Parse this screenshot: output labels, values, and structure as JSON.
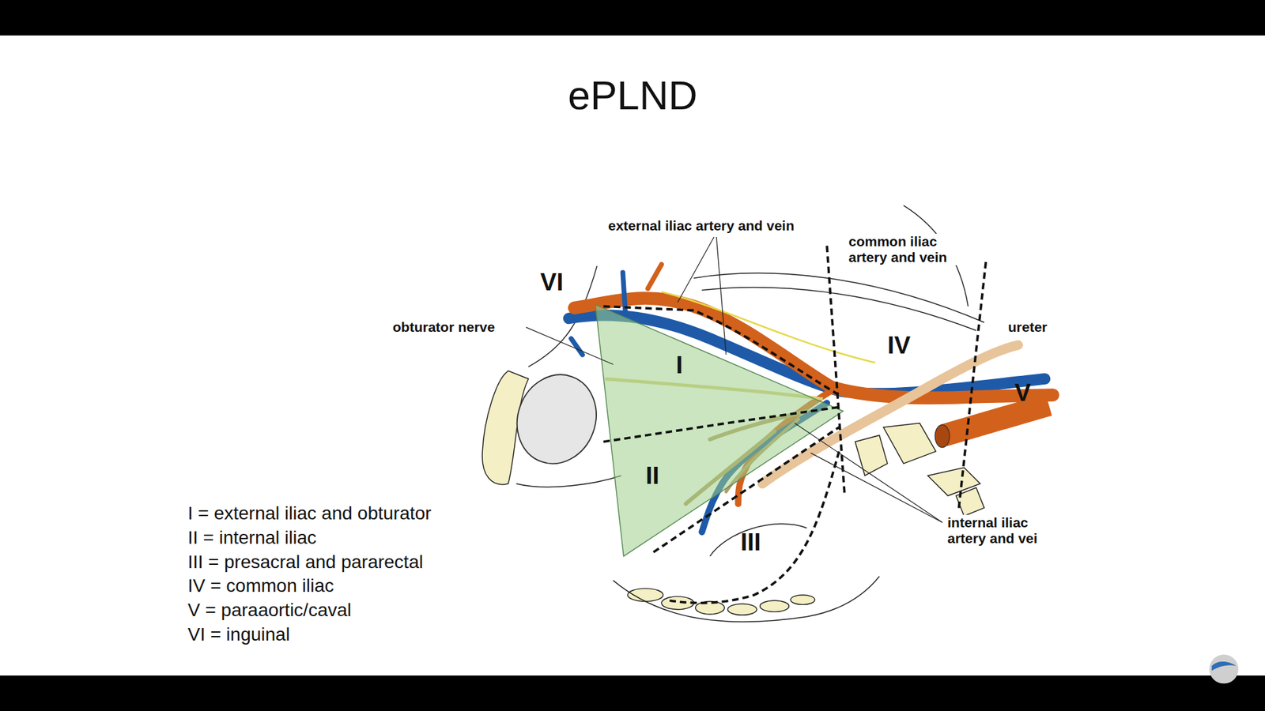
{
  "diagram": {
    "title": "ePLND",
    "labels": [
      "external iliac artery and vein",
      "common iliac artery and vein",
      "VI",
      "obturator nerve",
      "ureter",
      "IV",
      "I",
      "V",
      "II",
      "III",
      "internal iliac artery and vei",
      "I = external iliac and obturator",
      "II = internal iliac",
      "III = presacral and pararectal",
      "IV = common iliac",
      "V = paraaortic/caval",
      "VI = inguinal"
    ]
  }
}
